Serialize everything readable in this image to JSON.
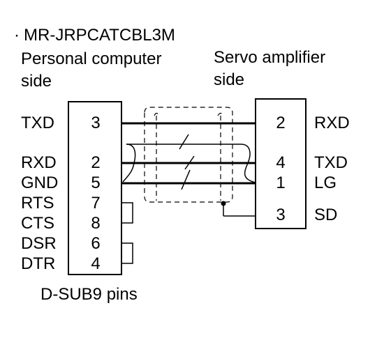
{
  "title": "MR-JRPCATCBL3M",
  "title_bullet": "·",
  "left_side": {
    "label_line1": "Personal computer",
    "label_line2": "side",
    "connector_label": "D-SUB9 pins",
    "pins": [
      {
        "signal": "TXD",
        "pin": "3"
      },
      {
        "signal": "RXD",
        "pin": "2"
      },
      {
        "signal": "GND",
        "pin": "5"
      },
      {
        "signal": "RTS",
        "pin": "7"
      },
      {
        "signal": "CTS",
        "pin": "8"
      },
      {
        "signal": "DSR",
        "pin": "6"
      },
      {
        "signal": "DTR",
        "pin": "4"
      }
    ]
  },
  "right_side": {
    "label_line1": "Servo amplifier",
    "label_line2": "side",
    "pins": [
      {
        "signal": "RXD",
        "pin": "2"
      },
      {
        "signal": "TXD",
        "pin": "4"
      },
      {
        "signal": "LG",
        "pin": "1"
      },
      {
        "signal": "SD",
        "pin": "3"
      }
    ]
  }
}
